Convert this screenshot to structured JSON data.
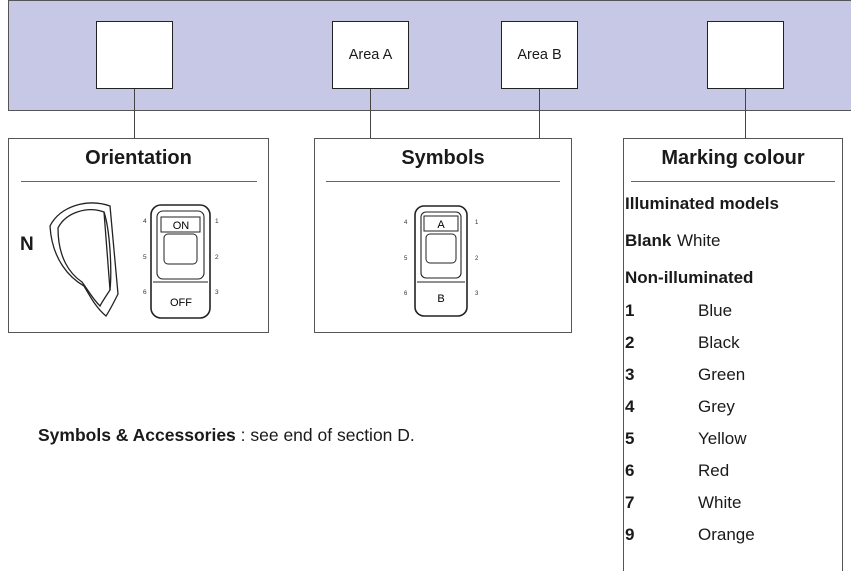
{
  "slots": {
    "slot_1": "",
    "area_a": "Area A",
    "area_b": "Area B",
    "slot_4": ""
  },
  "orientation": {
    "title": "Orientation",
    "letter": "N",
    "switch_top": "ON",
    "switch_bottom": "OFF",
    "terminals": [
      "4",
      "5",
      "6",
      "1",
      "2",
      "3"
    ]
  },
  "symbols_panel": {
    "title": "Symbols",
    "switch_top": "A",
    "switch_bottom": "B",
    "terminals": [
      "4",
      "5",
      "6",
      "1",
      "2",
      "3"
    ]
  },
  "note": {
    "bold": "Symbols & Accessories",
    "rest": " : see end of section D."
  },
  "marking": {
    "title": "Marking colour",
    "illuminated_heading": "Illuminated models",
    "blank_code": "Blank",
    "blank_value": "White",
    "non_illuminated_heading": "Non-illuminated",
    "rows": [
      {
        "code": "1",
        "colour": "Blue"
      },
      {
        "code": "2",
        "colour": "Black"
      },
      {
        "code": "3",
        "colour": "Green"
      },
      {
        "code": "4",
        "colour": "Grey"
      },
      {
        "code": "5",
        "colour": "Yellow"
      },
      {
        "code": "6",
        "colour": "Red"
      },
      {
        "code": "7",
        "colour": "White"
      },
      {
        "code": "9",
        "colour": "Orange"
      }
    ]
  },
  "colors": {
    "band": "#c6c8e6",
    "border": "#222222"
  }
}
